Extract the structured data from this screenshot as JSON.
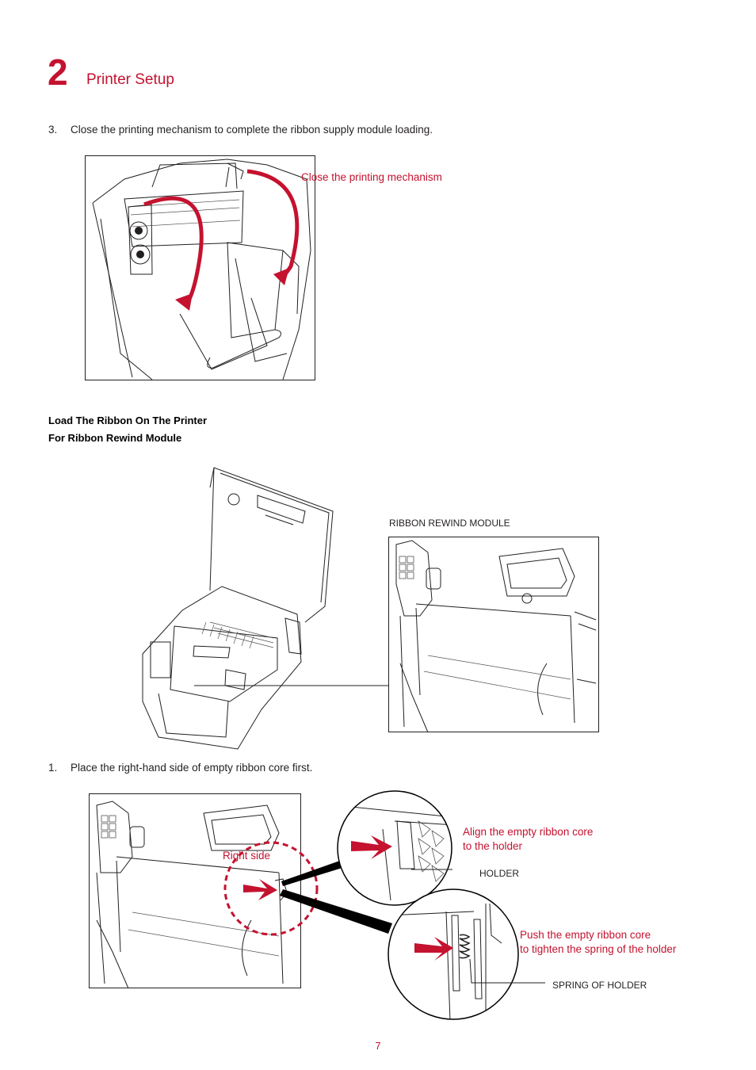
{
  "header": {
    "chapter_number": "2",
    "chapter_title": "Printer Setup"
  },
  "step3": {
    "number": "3.",
    "text": "Close the printing mechanism to complete the ribbon supply module loading."
  },
  "figure1": {
    "callout": "Close the printing mechanism"
  },
  "section": {
    "heading_line1": "Load The Ribbon On The Printer",
    "heading_line2": "For Ribbon Rewind Module"
  },
  "figure2": {
    "callout": "RIBBON REWIND MODULE"
  },
  "step1": {
    "number": "1.",
    "text": "Place the right-hand side of empty ribbon core first."
  },
  "figure3": {
    "right_side": "Right side",
    "align_line1": "Align the empty ribbon core",
    "align_line2": "to the holder",
    "holder": "HOLDER",
    "push_line1": "Push the empty ribbon core",
    "push_line2": "to tighten the spring of the holder",
    "spring": "SPRING OF HOLDER"
  },
  "footer": {
    "page_number": "7"
  },
  "colors": {
    "accent": "#c4122f",
    "text": "#231f20"
  }
}
